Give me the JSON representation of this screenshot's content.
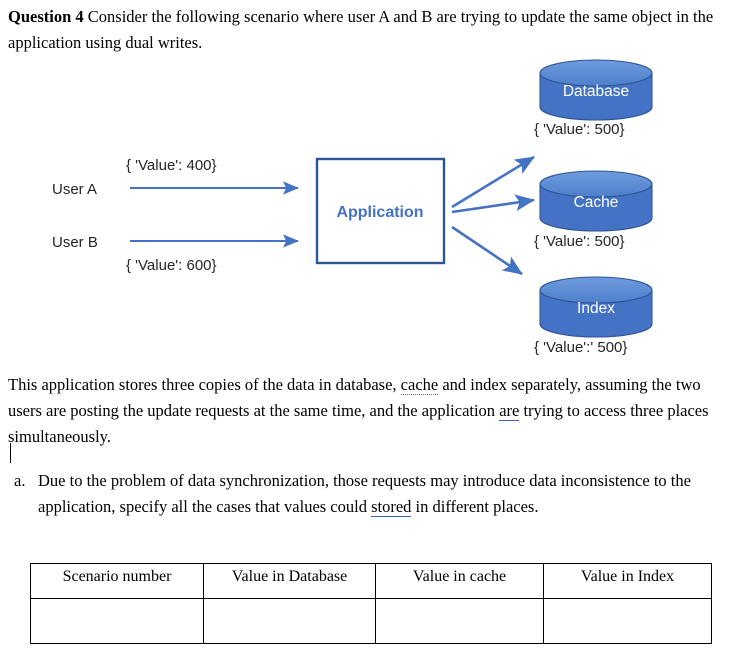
{
  "question": {
    "label": "Question 4",
    "text": " Consider the following scenario where user A and B are trying to update the same object in the application using dual writes."
  },
  "diagram": {
    "users": [
      {
        "name": "User A",
        "payload": "{ 'Value': 400}"
      },
      {
        "name": "User B",
        "payload": "{ 'Value': 600}"
      }
    ],
    "application": {
      "label": "Application"
    },
    "stores": [
      {
        "label": "Database",
        "payload": "{ 'Value': 500}"
      },
      {
        "label": "Cache",
        "payload": "{ 'Value': 500}"
      },
      {
        "label": "Index",
        "payload": "{ 'Value':' 500}"
      }
    ],
    "colors": {
      "cylinder_body": "#4472C4",
      "cylinder_top": "#5B8FD6",
      "cylinder_stroke": "#2F5597",
      "arrow": "#4472C4",
      "box_border": "#2F5496",
      "app_text": "#4472C4"
    }
  },
  "paragraphs": {
    "stores_part1": "This application stores three copies of the data in database, ",
    "stores_spell": "cache",
    "stores_part2": " and index separately, assuming the two users are posting the update requests at the same time, and the application ",
    "stores_grammar": "are",
    "stores_part3": " trying to access three places simultaneously."
  },
  "list": {
    "marker": "a.",
    "item_part1": "Due to the problem of data synchronization, those requests may introduce data inconsistence to the application, specify all the cases that values could ",
    "item_grammar": "stored",
    "item_part2": " in different places."
  },
  "table": {
    "headers": [
      "Scenario number",
      "Value in Database",
      "Value in cache",
      "Value in Index"
    ],
    "rows": [
      [
        "",
        "",
        "",
        ""
      ]
    ]
  }
}
